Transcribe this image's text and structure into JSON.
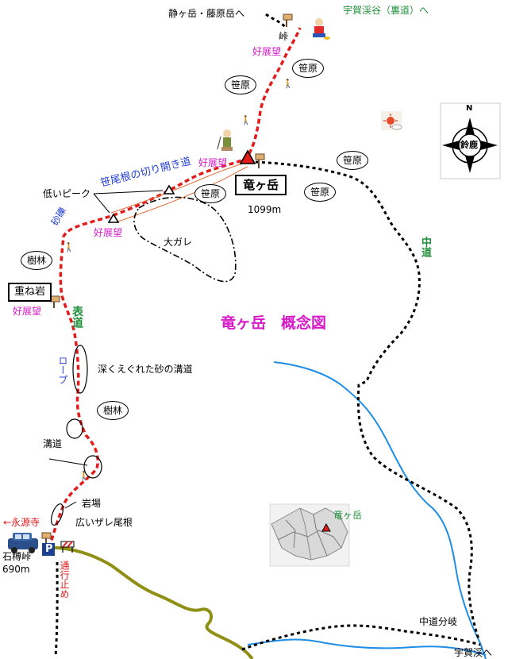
{
  "labels": {
    "to_shizugatake": "静ヶ岳・藤原岳へ",
    "to_ugakeidani": "宇賀渓谷（裏道）へ",
    "pass": "峠",
    "view_1": "好展望",
    "sasahara_1": "笹原",
    "sasahara_2": "笹原",
    "sasahara_3": "笹原",
    "sasahara_4": "笹原",
    "sasahara_5": "笹原",
    "view_2": "好展望",
    "ridge_route": "笹尾根の切り開き道",
    "low_peak": "低いピーク",
    "peak_name": "竜ヶ岳",
    "peak_elevation": "1099m",
    "sand": "砂礫",
    "view_3": "好展望",
    "ogare": "大ガレ",
    "forest_1": "樹林",
    "kasaneiwa": "重ね岩",
    "view_4": "好展望",
    "omote_road": "表道",
    "title": "竜ヶ岳　概念図",
    "naka_road": "中道",
    "rope": "ロープ",
    "sand_trench": "深くえぐれた砂の溝道",
    "forest_2": "樹林",
    "trench": "溝道",
    "rocks": "岩場",
    "wide_ridge": "広いザレ尾根",
    "to_eigenji": "←永源寺",
    "ishigure_pass": "石榑峠",
    "ishigure_elev": "690m",
    "road_closed": "通行止め",
    "inset_peak": "竜ヶ岳",
    "naka_junction": "中道分岐",
    "to_ugakei": "宇賀渓へ",
    "compass_n": "N",
    "compass_center": "鈴鹿",
    "parking": "P"
  },
  "colors": {
    "main_route": "#e21b1b",
    "other_trail": "#000000",
    "river": "#1e8ee6",
    "road": "#8f8f15",
    "title": "#d619c8",
    "green_text": "#1f8f3a",
    "view_text": "#d619c8",
    "route_name": "#2340d8"
  },
  "icons": {
    "summit": "summit-triangle-icon",
    "sign": "signpost-icon",
    "hiker": "hiker-icon",
    "compass": "compass-icon",
    "sun": "sun-icon",
    "car": "car-icon",
    "barrier": "barrier-icon"
  }
}
